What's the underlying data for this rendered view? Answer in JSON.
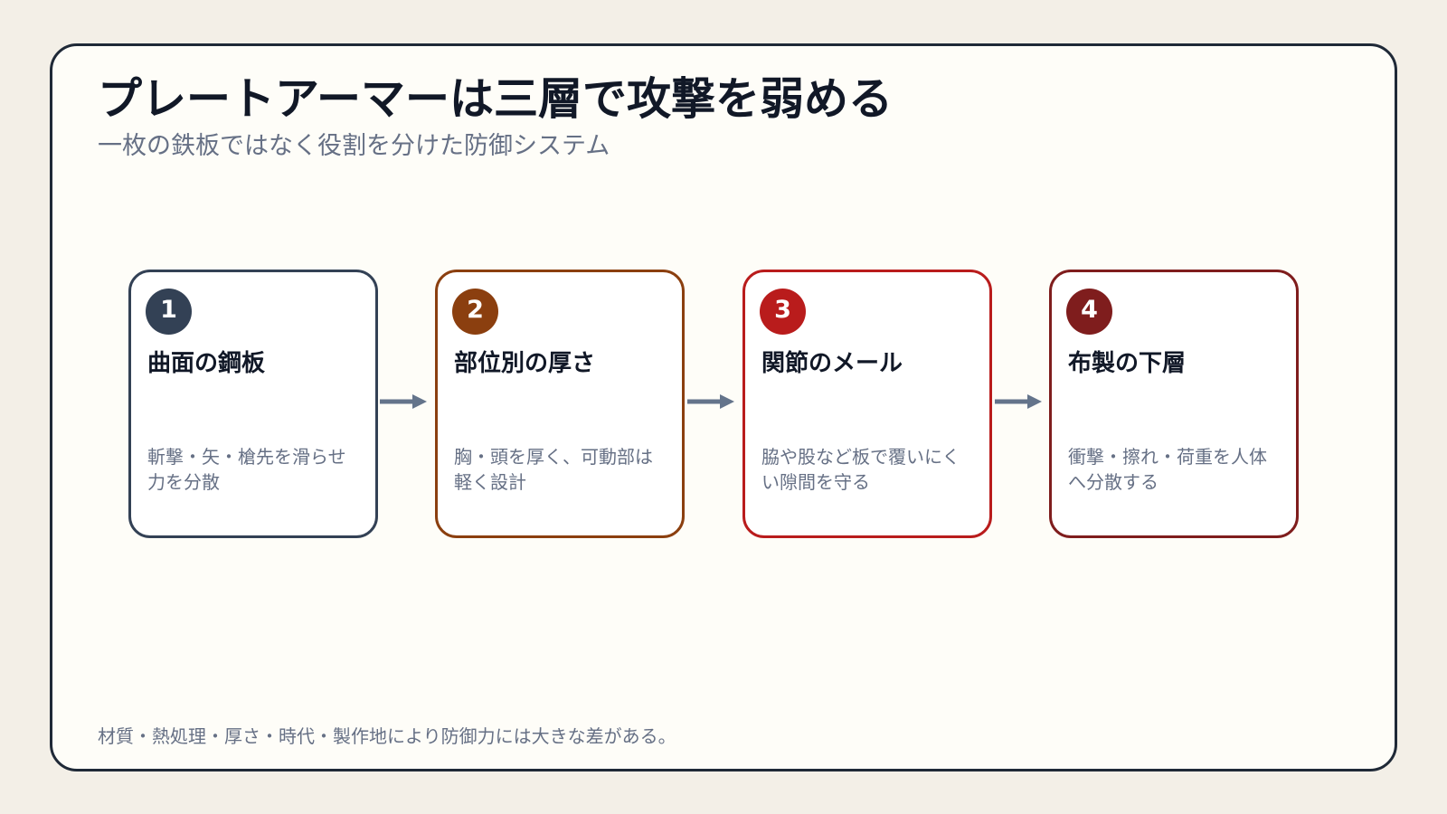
{
  "title": "プレートアーマーは三層で攻撃を弱める",
  "subtitle": "一枚の鉄板ではなく役割を分けた防御システム",
  "cards": [
    {
      "number": "1",
      "title": "曲面の鋼板",
      "text": "斬撃・矢・槍先を滑らせ力を分散",
      "color": "#334155"
    },
    {
      "number": "2",
      "title": "部位別の厚さ",
      "text": "胸・頭を厚く、可動部は軽く設計",
      "color": "#8b3f0f"
    },
    {
      "number": "3",
      "title": "関節のメール",
      "text": "脇や股など板で覆いにくい隙間を守る",
      "color": "#b91c1c"
    },
    {
      "number": "4",
      "title": "布製の下層",
      "text": "衝撃・擦れ・荷重を人体へ分散する",
      "color": "#7f1d1d"
    }
  ],
  "arrow_color": "#64748b",
  "footnote": "材質・熱処理・厚さ・時代・製作地により防御力には大きな差がある。"
}
